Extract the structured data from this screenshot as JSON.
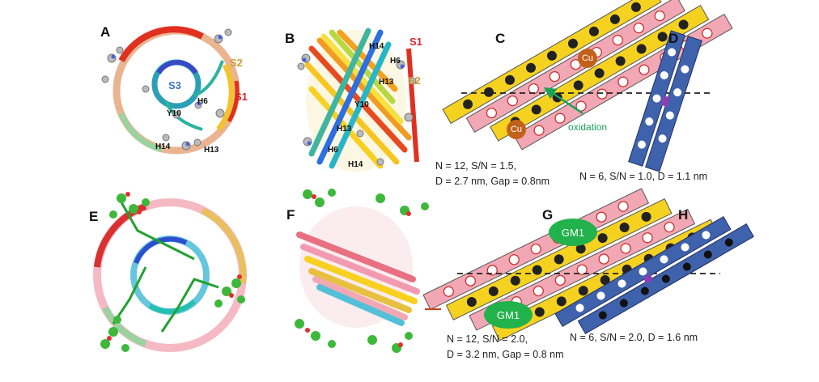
{
  "panels": {
    "A": "A",
    "B": "B",
    "C": "C",
    "D": "D",
    "E": "E",
    "F": "F",
    "G": "G",
    "H": "H"
  },
  "panel_a": {
    "s1": "S1",
    "s2": "S2",
    "s3": "S3",
    "h6": "H6",
    "y10": "Y10",
    "h13": "H13",
    "h14": "H14"
  },
  "panel_b": {
    "s1": "S1",
    "s2": "S2",
    "h14_top": "H14",
    "h6_top": "H6",
    "h13_top": "H13",
    "y10": "Y10",
    "h13_bot": "H13",
    "h6_bot": "H6",
    "h14_bot": "H14"
  },
  "panel_c": {
    "cu_top": "Cu",
    "cu_bottom": "Cu",
    "oxidation": "oxidation",
    "caption_line1": "N = 12, S/N = 1.5,",
    "caption_line2": "D = 2.7 nm, Gap = 0.8nm"
  },
  "panel_d": {
    "caption": "N = 6, S/N = 1.0, D = 1.1 nm"
  },
  "panel_g": {
    "gm1_top": "GM1",
    "gm1_bottom": "GM1",
    "caption_line1": "N = 12, S/N = 2.0,",
    "caption_line2": "D = 3.2 nm, Gap = 0.8 nm"
  },
  "panel_h": {
    "caption": "N = 6, S/N = 2.0, D = 1.6 nm"
  },
  "colors": {
    "strand_yellow": "#f5d21f",
    "strand_pink": "#f2a8b4",
    "strand_blue": "#3f62ad",
    "cu": "#c2611a",
    "gm1": "#22b24c",
    "oxidation": "#17a35b",
    "s1": "#d3262e",
    "s2": "#d19a32",
    "s3": "#3a77c4"
  }
}
